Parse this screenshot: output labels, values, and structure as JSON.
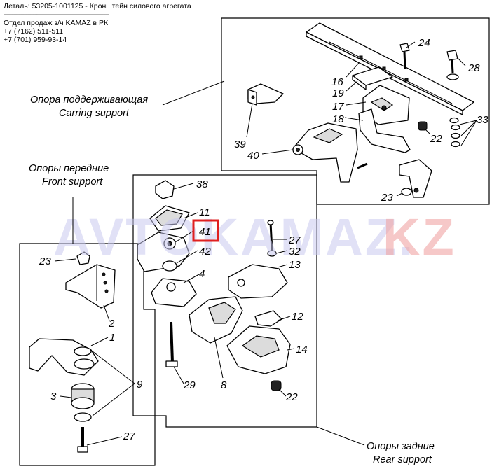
{
  "header": {
    "title": "Деталь: 53205-1001125 - Кронштейн силового агрегата",
    "separator": "------------------------------------------------------------",
    "dealer": "Отдел продаж з/ч KAMAZ в РК",
    "phone1": "+7 (7162) 511-511",
    "phone2": "+7 (701) 959-93-14"
  },
  "watermark": {
    "main": "AVTOKAMAZ.",
    "suffix": "KZ"
  },
  "captions": {
    "carrying_ru": "Опора поддерживающая",
    "carrying_en": "Carring support",
    "front_ru": "Опоры передние",
    "front_en": "Front support",
    "rear_ru": "Опоры задние",
    "rear_en": "Rear support"
  },
  "callouts": {
    "c1": "1",
    "c2": "2",
    "c3": "3",
    "c4": "4",
    "c8": "8",
    "c9": "9",
    "c11": "11",
    "c12": "12",
    "c13": "13",
    "c14": "14",
    "c16": "16",
    "c17": "17",
    "c18": "18",
    "c19": "19",
    "c22a": "22",
    "c22b": "22",
    "c23a": "23",
    "c23b": "23",
    "c24": "24",
    "c27a": "27",
    "c27b": "27",
    "c28": "28",
    "c29": "29",
    "c32": "32",
    "c33": "33",
    "c38": "38",
    "c39": "39",
    "c40": "40",
    "c41": "41",
    "c42": "42"
  },
  "highlight": {
    "part": "41",
    "color": "#e02020"
  }
}
